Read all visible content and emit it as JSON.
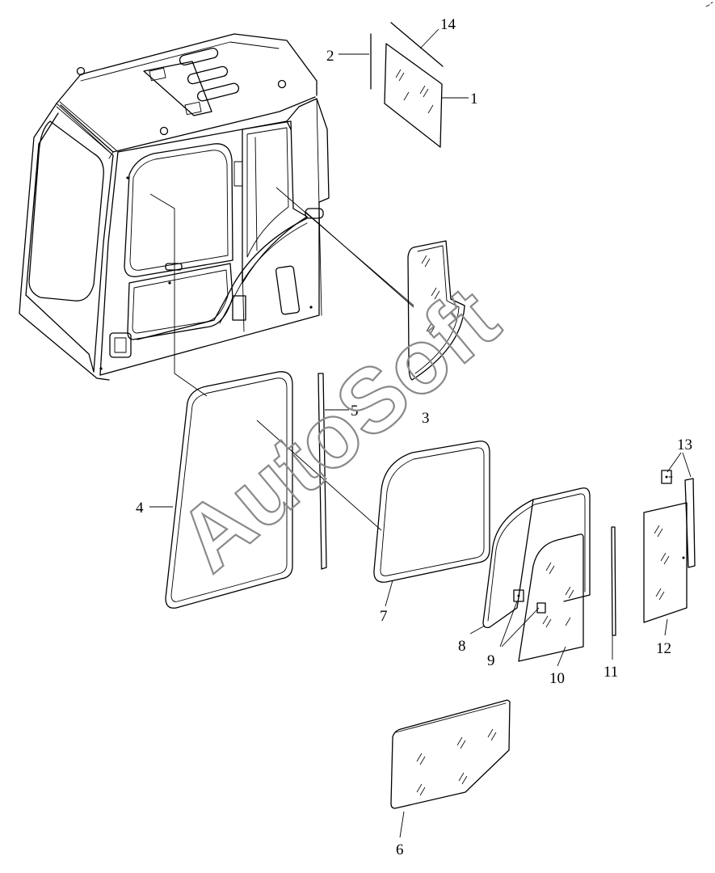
{
  "watermark": {
    "text": "AutoSoft"
  },
  "callouts": [
    {
      "id": "c1",
      "label": "1"
    },
    {
      "id": "c2",
      "label": "2"
    },
    {
      "id": "c3",
      "label": "3"
    },
    {
      "id": "c4",
      "label": "4"
    },
    {
      "id": "c5",
      "label": "5"
    },
    {
      "id": "c6",
      "label": "6"
    },
    {
      "id": "c7",
      "label": "7"
    },
    {
      "id": "c8",
      "label": "8"
    },
    {
      "id": "c9",
      "label": "9"
    },
    {
      "id": "c10",
      "label": "10"
    },
    {
      "id": "c11",
      "label": "11"
    },
    {
      "id": "c12",
      "label": "12"
    },
    {
      "id": "c13",
      "label": "13"
    },
    {
      "id": "c14",
      "label": "14"
    }
  ]
}
